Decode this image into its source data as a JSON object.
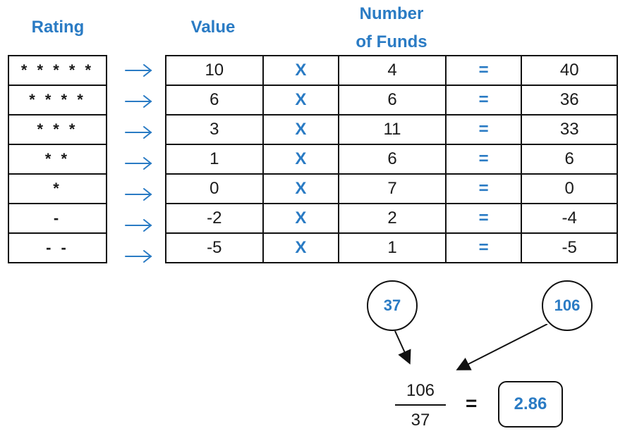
{
  "headers": {
    "rating": "Rating",
    "value": "Value",
    "number_line1": "Number",
    "number_line2": "of Funds"
  },
  "rows": [
    {
      "stars": "* * * * *",
      "value": "10",
      "times": "X",
      "count": "4",
      "equals": "=",
      "product": "40"
    },
    {
      "stars": "* * * *",
      "value": "6",
      "times": "X",
      "count": "6",
      "equals": "=",
      "product": "36"
    },
    {
      "stars": "* * *",
      "value": "3",
      "times": "X",
      "count": "11",
      "equals": "=",
      "product": "33"
    },
    {
      "stars": "* *",
      "value": "1",
      "times": "X",
      "count": "6",
      "equals": "=",
      "product": "6"
    },
    {
      "stars": "*",
      "value": "0",
      "times": "X",
      "count": "7",
      "equals": "=",
      "product": "0"
    },
    {
      "stars": "-",
      "value": "-2",
      "times": "X",
      "count": "2",
      "equals": "=",
      "product": "-4"
    },
    {
      "stars": "- -",
      "value": "-5",
      "times": "X",
      "count": "1",
      "equals": "=",
      "product": "-5"
    }
  ],
  "totals": {
    "funds_total": "37",
    "product_total": "106"
  },
  "fraction": {
    "numerator": "106",
    "denominator": "37",
    "equals": "=",
    "result": "2.86"
  },
  "colors": {
    "accent": "#2a7bc4",
    "border": "#111111"
  }
}
